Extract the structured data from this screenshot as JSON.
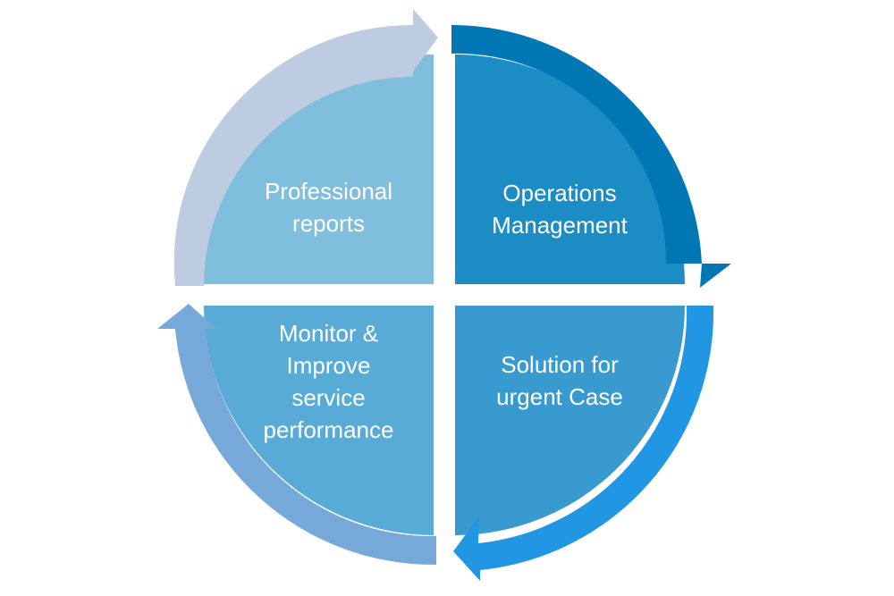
{
  "quadrants": {
    "top_left": {
      "text": "Professional\nreports",
      "color": "#7fbedd"
    },
    "top_right": {
      "text": "Operations\nManagement",
      "color": "#1b8cc4"
    },
    "bottom_right": {
      "text": "Solution for\nurgent Case",
      "color": "#399acf"
    },
    "bottom_left": {
      "text": "Monitor &\nImprove\nservice\nperformance",
      "color": "#58abd6"
    }
  },
  "arrows": {
    "top_left": "#bdcce1",
    "top_right": "#0277b6",
    "bottom_right": "#2196e3",
    "bottom_left": "#76a8da"
  }
}
